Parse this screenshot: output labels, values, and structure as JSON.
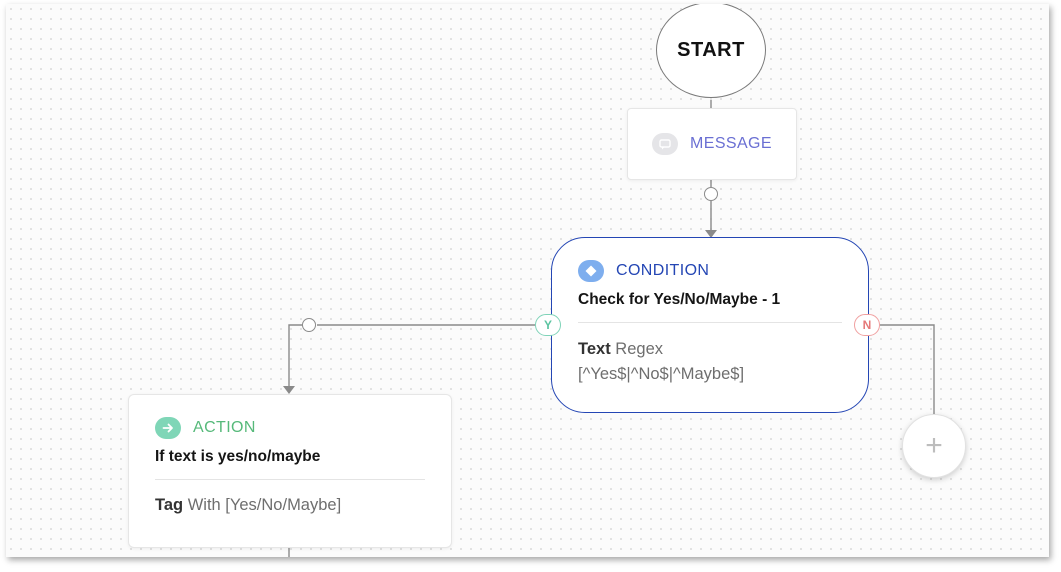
{
  "flow": {
    "start": {
      "label": "START"
    },
    "message": {
      "label": "MESSAGE",
      "icon": "chat-bubble-icon"
    },
    "condition": {
      "type_label": "CONDITION",
      "icon": "diamond-icon",
      "title": "Check for Yes/No/Maybe - 1",
      "field": "Text",
      "operator": "Regex",
      "pattern": "[^Yes$|^No$|^Maybe$]",
      "branch_yes": "Y",
      "branch_no": "N"
    },
    "action": {
      "type_label": "ACTION",
      "icon": "arrow-right-icon",
      "title": "If text is yes/no/maybe",
      "verb": "Tag",
      "detail": "With [Yes/No/Maybe]"
    },
    "add_button": {
      "label": "+"
    }
  },
  "colors": {
    "condition_accent": "#2446b4",
    "message_accent": "#6a6fd3",
    "action_accent": "#56b97a",
    "yes_branch": "#5cc4a2",
    "no_branch": "#e57878"
  }
}
